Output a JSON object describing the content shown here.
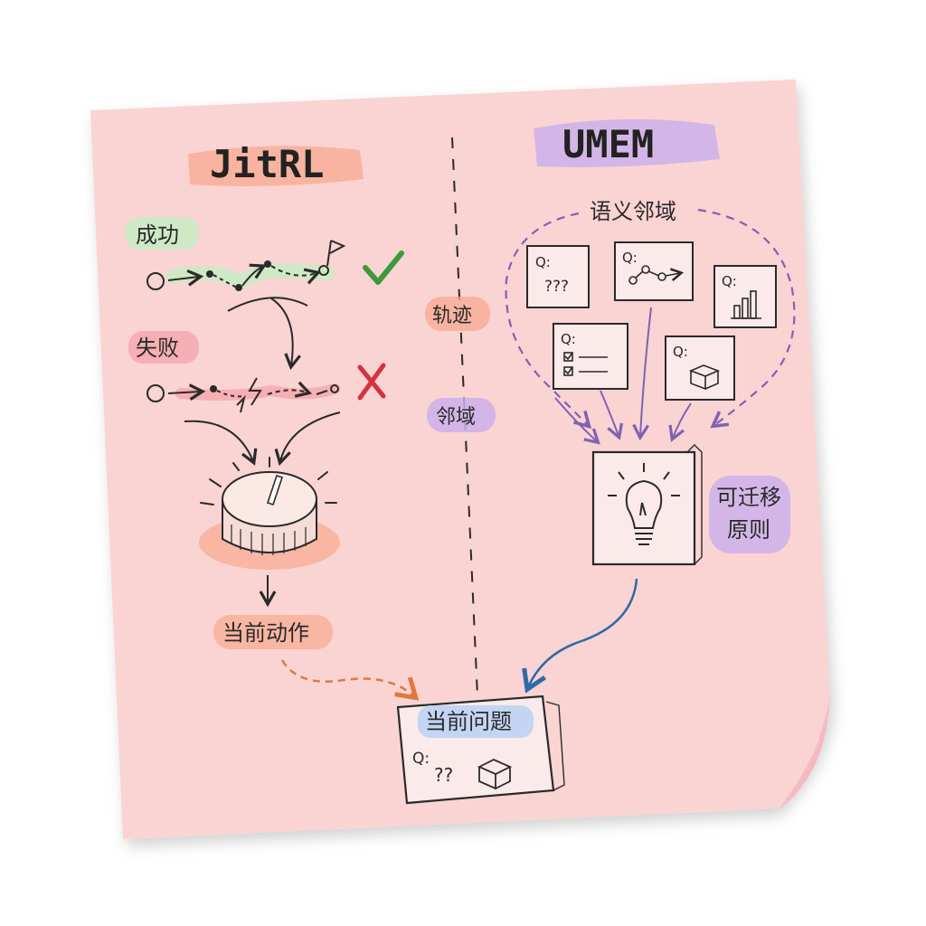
{
  "left": {
    "title": "JitRL",
    "success_label": "成功",
    "failure_label": "失败",
    "action_label": "当前动作"
  },
  "middle": {
    "trajectory_label": "轨迹",
    "neighborhood_label": "邻域"
  },
  "right": {
    "title": "UMEM",
    "semantic_label": "语义邻域",
    "principle_label_line1": "可迁移",
    "principle_label_line2": "原则",
    "card_q": "Q:",
    "card_qqq": "???"
  },
  "bottom": {
    "problem_label": "当前问题",
    "q_label": "Q:",
    "q_marks": "??"
  },
  "colors": {
    "note": "#fad3d3",
    "note_curl": "#f2a9b4",
    "orange_highlight": "#f7a98f",
    "green_highlight": "#cfe8c6",
    "red_highlight": "#f4a0a6",
    "purple_highlight": "#cbb0ea",
    "blue_highlight": "#bcd3f3",
    "check_green": "#3c9a3a",
    "cross_red": "#d2343f",
    "dashed_purple": "#7e63b0",
    "arrow_blue": "#2e6aa8",
    "arrow_orange": "#e0793f"
  },
  "icons": [
    "flag-icon",
    "check-icon",
    "cross-icon",
    "lightning-icon",
    "dial-knob-icon",
    "lightbulb-icon",
    "cube-icon",
    "bar-chart-icon",
    "checklist-icon",
    "line-graph-icon"
  ]
}
